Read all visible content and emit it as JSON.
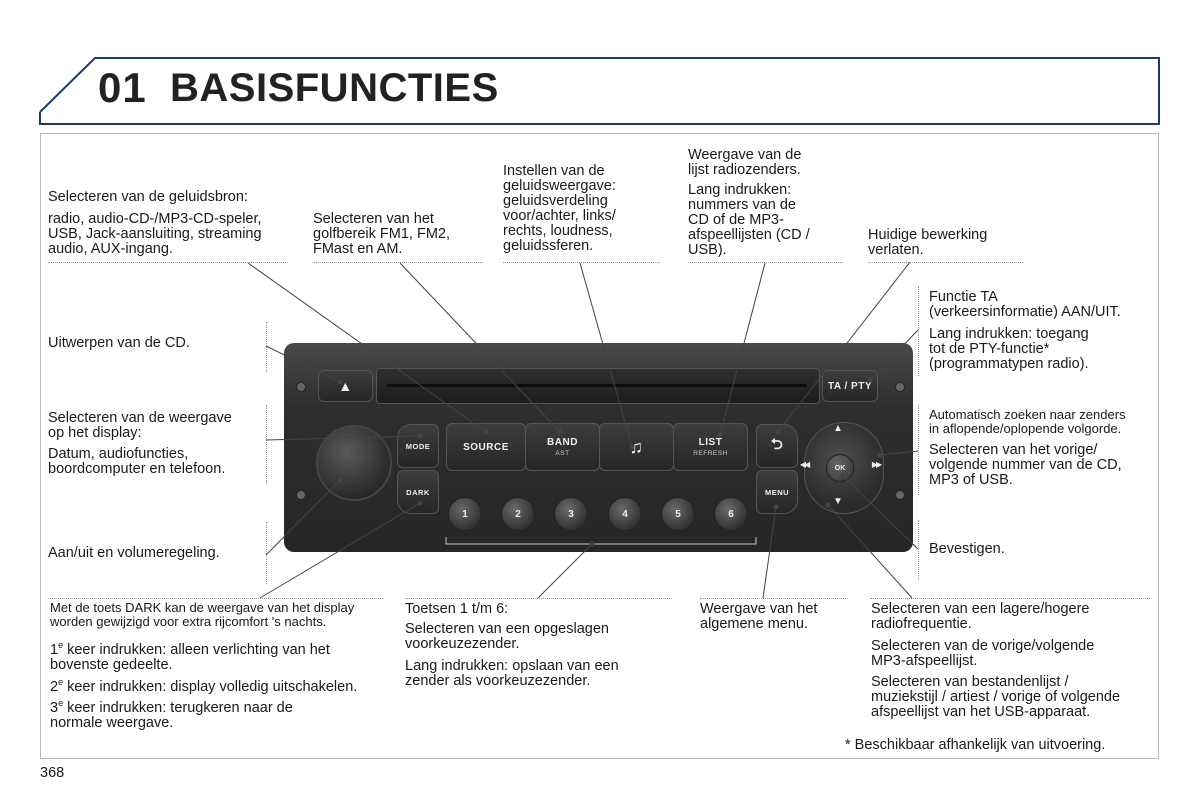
{
  "header": {
    "chapter": "01",
    "title": "BASISFUNCTIES"
  },
  "page_number": "368",
  "footnote": "* Beschikbaar afhankelijk van uitvoering.",
  "labels": {
    "source_title": "Selecteren van de geluidsbron:",
    "source_body": "radio, audio-CD-/MP3-CD-speler,\nUSB, Jack-aansluiting, streaming\naudio, AUX-ingang.",
    "band": "Selecteren van het\ngolfbereik FM1, FM2,\nFMast en AM.",
    "sound": "Instellen van de\ngeluidsweergave:\ngeluidsverdeling\nvoor/achter, links/\nrechts, loudness,\ngeluidssferen.",
    "list_title": "Weergave van de\nlijst radiozenders.",
    "list_body": "Lang indrukken:\nnummers van de\nCD of de MP3-\nafspeellijsten (CD /\nUSB).",
    "back": "Huidige bewerking\nverlaten.",
    "ta_title": "Functie TA\n(verkeersinformatie) AAN/UIT.",
    "ta_body": "Lang indrukken: toegang\ntot de PTY-functie*\n(programmatypen radio).",
    "eject": "Uitwerpen van de CD.",
    "mode_title": "Selecteren van de weergave\nop het display:",
    "mode_body": "Datum, audiofuncties,\nboordcomputer en telefoon.",
    "auto_search": "Automatisch zoeken naar zenders\nin aflopende/oplopende volgorde.",
    "next_track": "Selecteren van het vorige/\nvolgende nummer van de CD,\nMP3 of USB.",
    "power": "Aan/uit en volumeregeling.",
    "confirm": "Bevestigen.",
    "dark_intro": "Met de toets DARK kan de weergave van het display\nworden gewijzigd voor extra rijcomfort 's nachts.",
    "dark_items": [
      {
        "n": "1",
        "sup": "e",
        "text": " keer indrukken: alleen verlichting van het\n   bovenste gedeelte."
      },
      {
        "n": "2",
        "sup": "e",
        "text": " keer indrukken: display volledig uitschakelen."
      },
      {
        "n": "3",
        "sup": "e",
        "text": " keer indrukken: terugkeren naar de\n   normale weergave."
      }
    ],
    "presets_title": "Toetsen 1 t/m 6:",
    "presets_body1": "Selecteren van een opgeslagen\nvoorkeuzezender.",
    "presets_body2": "Lang indrukken: opslaan van een\nzender als voorkeuzezender.",
    "menu": "Weergave van het\nalgemene menu.",
    "freq1": "Selecteren van een lagere/hogere\nradiofrequentie.",
    "freq2": "Selecteren van de vorige/volgende\nMP3-afspeellijst.",
    "freq3": "Selecteren van bestandenlijst /\nmuziekstijl / artiest / vorige of volgende\nafspeellijst van het USB-apparaat."
  },
  "radio": {
    "buttons": {
      "source": "SOURCE",
      "band": "BAND",
      "band_sub": "AST",
      "note": "♫",
      "list": "LIST",
      "list_sub": "REFRESH",
      "ta_pty": "TA / PTY",
      "mode": "MODE",
      "dark": "DARK",
      "menu": "MENU",
      "back_glyph": "⮌",
      "eject_glyph": "▲",
      "ok": "OK",
      "up": "▲",
      "down": "▼",
      "left": "◀◀",
      "right": "▶▶"
    },
    "presets": [
      "1",
      "2",
      "3",
      "4",
      "5",
      "6"
    ]
  }
}
